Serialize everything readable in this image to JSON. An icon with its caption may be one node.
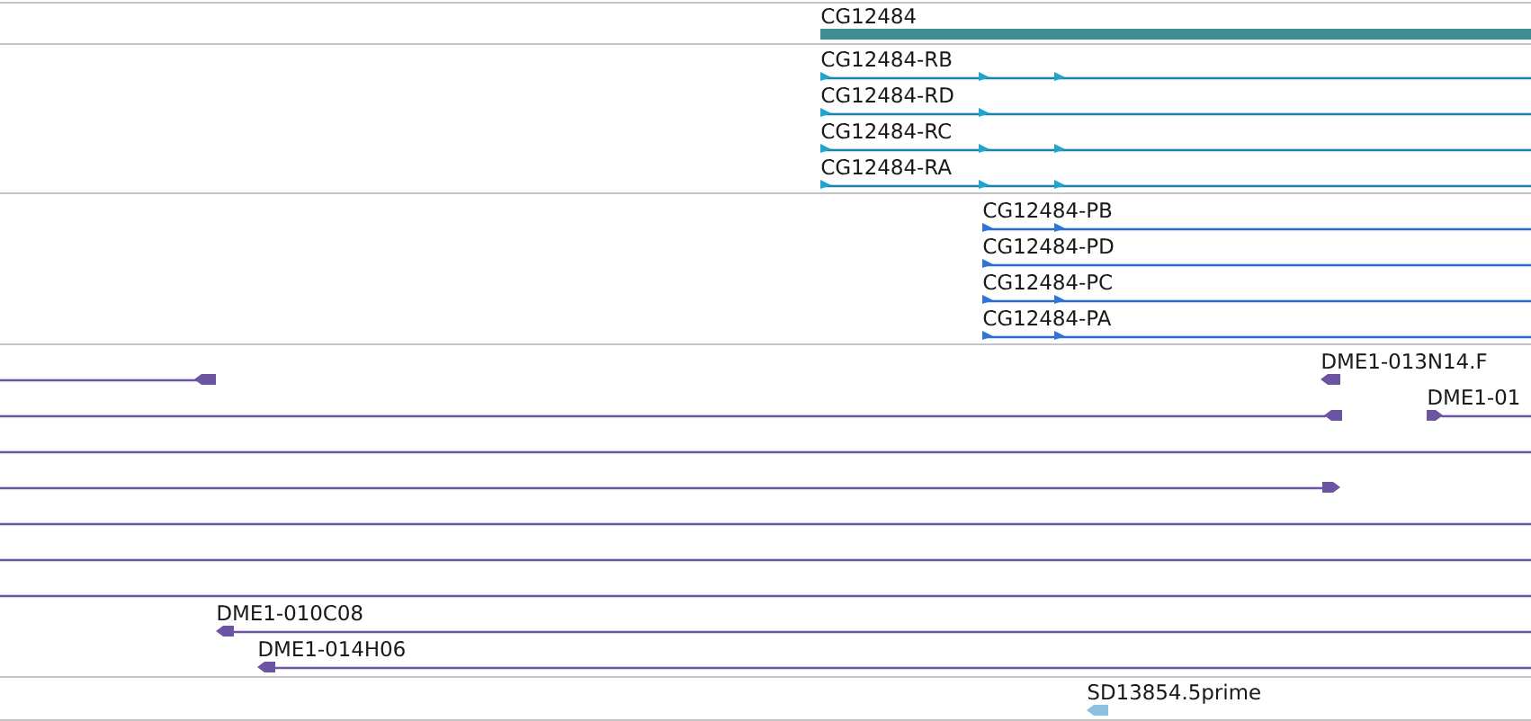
{
  "diagram": {
    "labels": [
      "CG12484",
      "CG12484-RB",
      "CG12484-RD",
      "CG12484-RC",
      "CG12484-RA",
      "CG12484-PB",
      "CG12484-PD",
      "CG12484-PC",
      "CG12484-PA",
      "DME1-013N14.F",
      "DME1-01",
      "DME1-010C08",
      "DME1-014H06",
      "SD13854.5prime"
    ]
  }
}
